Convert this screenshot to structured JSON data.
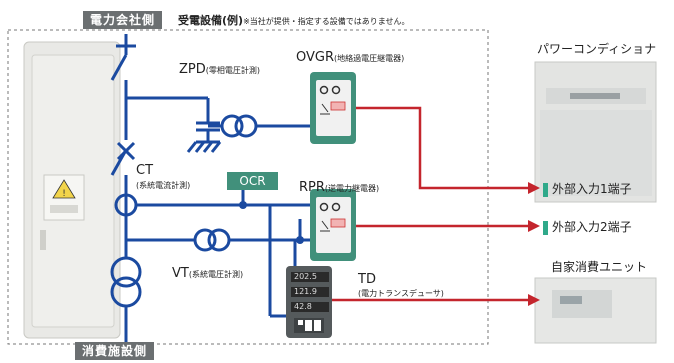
{
  "header": {
    "utility_side": "電力会社側",
    "title": "受電設備(例)",
    "note": "※当社が提供・指定する設備ではありません。"
  },
  "footer": {
    "consumer_side": "消費施設側"
  },
  "components": {
    "zpd": {
      "name": "ZPD",
      "desc": "(零相電圧計測)"
    },
    "ovgr": {
      "name": "OVGR",
      "desc": "(地絡過電圧継電器)"
    },
    "ct": {
      "name": "CT",
      "desc": "(系統電流計測)"
    },
    "ocr": {
      "name": "OCR"
    },
    "rpr": {
      "name": "RPR",
      "desc": "(逆電力継電器)"
    },
    "vt": {
      "name": "VT",
      "desc": "(系統電圧計測)"
    },
    "td": {
      "name": "TD",
      "desc": "(電力トランスデューサ)",
      "readings": [
        "202.5",
        "121.9",
        "42.8"
      ]
    }
  },
  "right_side": {
    "pcs_title": "パワーコンディショナ",
    "input1": "外部入力1端子",
    "input2": "外部入力2端子",
    "unit_title": "自家消費ユニット"
  },
  "colors": {
    "relay_green": "#41907b",
    "signal_red": "#c4252d",
    "line_blue": "#1b4aa0",
    "terminal_green": "#2fa98a"
  }
}
